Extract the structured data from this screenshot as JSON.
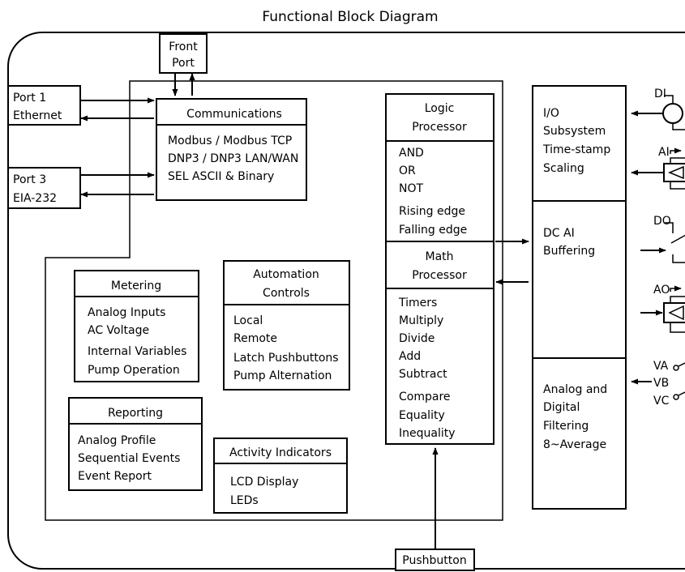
{
  "title": "Functional Block Diagram",
  "ports": {
    "front": [
      "Front",
      "Port"
    ],
    "port1": [
      "Port 1",
      "Ethernet"
    ],
    "port3": [
      "Port 3",
      "EIA-232"
    ],
    "pushbutton": "Pushbutton"
  },
  "communications": {
    "heading": "Communications",
    "items": [
      "Modbus / Modbus TCP",
      "DNP3 / DNP3 LAN/WAN",
      "SEL ASCII & Binary"
    ]
  },
  "logic_processor": {
    "heading": [
      "Logic",
      "Processor"
    ],
    "items": [
      "AND",
      "OR",
      "NOT",
      "Rising edge",
      "Falling edge"
    ]
  },
  "math_processor": {
    "heading": [
      "Math",
      "Processor"
    ],
    "items": [
      "Timers",
      "Multiply",
      "Divide",
      "Add",
      "Subtract",
      "Compare",
      "Equality",
      "Inequality"
    ]
  },
  "metering": {
    "heading": "Metering",
    "items": [
      "Analog Inputs",
      "AC Voltage",
      "Internal Variables",
      "Pump Operation"
    ]
  },
  "automation_controls": {
    "heading": [
      "Automation",
      "Controls"
    ],
    "items": [
      "Local",
      "Remote",
      "Latch Pushbuttons",
      "Pump Alternation"
    ]
  },
  "reporting": {
    "heading": "Reporting",
    "items": [
      "Analog Profile",
      "Sequential Events",
      "Event Report"
    ]
  },
  "activity_indicators": {
    "heading": "Activity Indicators",
    "items": [
      "LCD Display",
      "LEDs"
    ]
  },
  "io_subsystem": {
    "section1": [
      "I/O",
      "Subsystem",
      "Time-stamp",
      "Scaling"
    ],
    "section2": [
      "DC AI",
      "Buffering"
    ],
    "section3": [
      "Analog and",
      "Digital",
      "Filtering",
      "8~Average"
    ]
  },
  "signals": {
    "di": "DI",
    "ai": "AI",
    "do": "DO",
    "ao": "AO",
    "va": "VA",
    "vb": "VB",
    "vc": "VC"
  }
}
